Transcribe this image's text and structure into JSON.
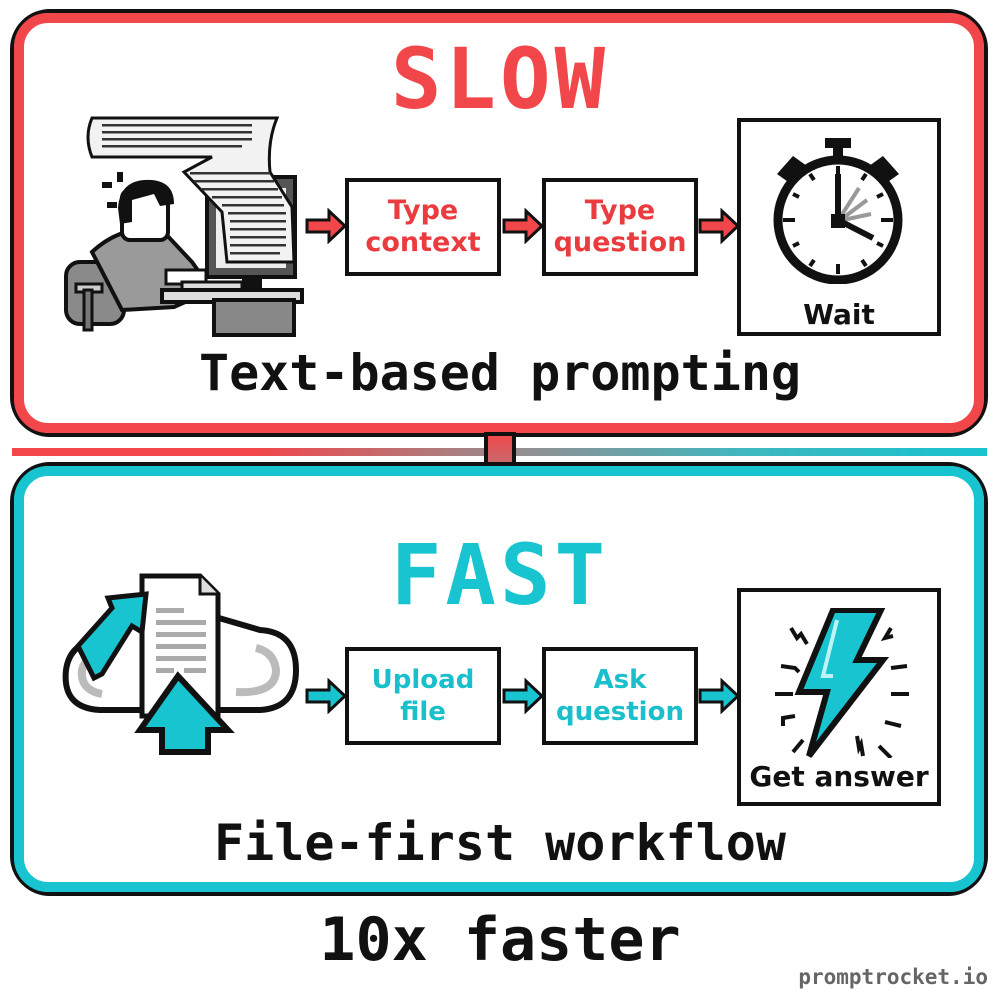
{
  "slow": {
    "heading": "SLOW",
    "caption": "Text-based prompting",
    "steps": [
      {
        "line1": "Type",
        "line2": "context"
      },
      {
        "line1": "Type",
        "line2": "question"
      }
    ],
    "result": {
      "label": "Wait",
      "icon": "stopwatch-icon"
    },
    "illustration": "person-typing-at-computer-icon",
    "accent_color": "#f2474a"
  },
  "transition": {
    "icon": "down-arrow-icon",
    "gradient": [
      "#f2474a",
      "#18c4cf"
    ]
  },
  "fast": {
    "heading": "FAST",
    "caption": "File-first workflow",
    "steps": [
      {
        "line1": "Upload",
        "line2": "file"
      },
      {
        "line1": "Ask",
        "line2": "question"
      }
    ],
    "result": {
      "label": "Get answer",
      "icon": "lightning-bolt-icon"
    },
    "illustration": "cloud-upload-document-icon",
    "accent_color": "#18c4cf"
  },
  "footer": {
    "tagline": "10x faster",
    "watermark": "promptrocket.io"
  }
}
